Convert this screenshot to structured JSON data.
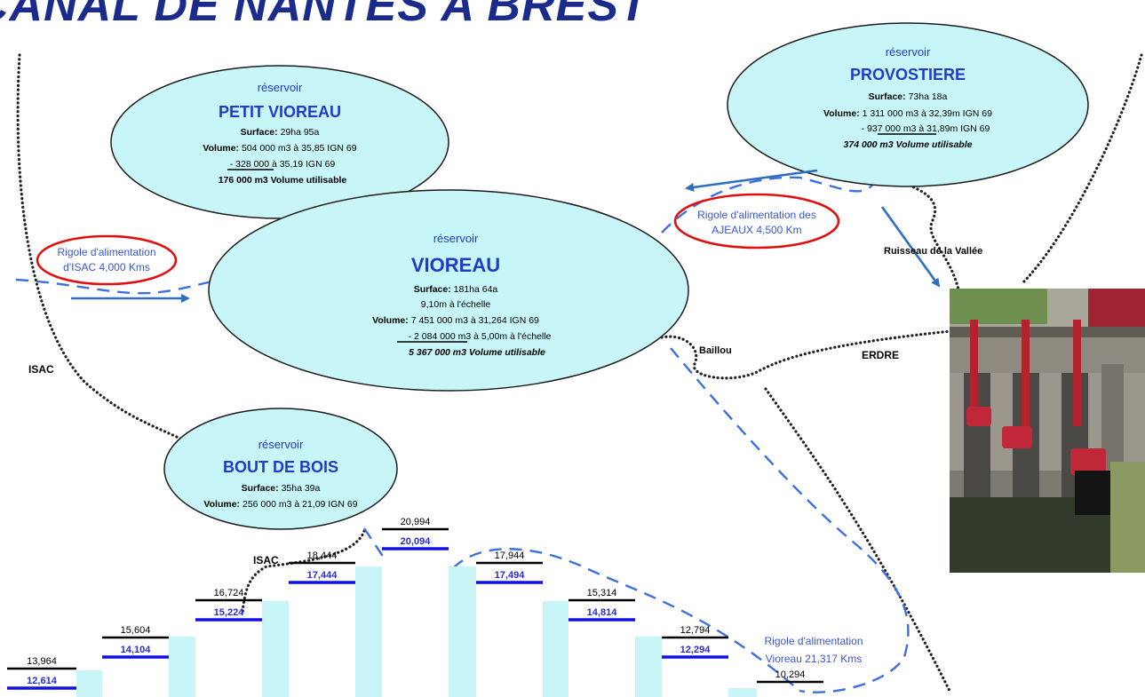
{
  "title": "CANAL DE NANTES A BREST",
  "reservoirs": {
    "petit_vioreau": {
      "kind": "réservoir",
      "name": "PETIT VIOREAU",
      "surface_label": "Surface:",
      "surface": "29ha 95a",
      "volume_label": "Volume:",
      "volume": "504 000 m3 à 35,85 IGN 69",
      "minus": "- 328 000",
      "minus_rest": "à 35,19 IGN 69",
      "usable": "176 000 m3  Volume utilisable"
    },
    "vioreau": {
      "kind": "réservoir",
      "name": "VIOREAU",
      "surface_label": "Surface:",
      "surface": "181ha 64a",
      "scale": "9,10m à l'échelle",
      "volume_label": "Volume:",
      "volume": "7 451 000 m3 à 31,264 IGN 69",
      "minus": "- 2 084 000 m3",
      "minus_rest": "à 5,00m à l'échelle",
      "usable": "5 367 000 m3 Volume utilisable"
    },
    "provostiere": {
      "kind": "réservoir",
      "name": "PROVOSTIERE",
      "surface_label": "Surface:",
      "surface": "73ha 18a",
      "volume_label": "Volume:",
      "volume": "1 311 000 m3 à 32,39m IGN 69",
      "minus": "- 937 000 m3",
      "minus_rest": "à 31,89m IGN 69",
      "usable": "374 000 m3 Volume utilisable"
    },
    "bout_de_bois": {
      "kind": "réservoir",
      "name": "BOUT DE BOIS",
      "surface_label": "Surface:",
      "surface": "35ha 39a",
      "volume_label": "Volume:",
      "volume": "256 000 m3 à 21,09 IGN 69"
    }
  },
  "rigoles": {
    "isac_l1": "Rigole d'alimentation",
    "isac_l2": "d'ISAC 4,000 Kms",
    "ajeaux_l1": "Rigole d'alimentation des",
    "ajeaux_l2": "AJEAUX 4,500 Km",
    "vioreau_l1": "Rigole d'alimentation",
    "vioreau_l2": "Vioreau 21,317 Kms"
  },
  "labels": {
    "isac_left": "ISAC",
    "isac_bottom": "ISAC",
    "erdre": "ERDRE",
    "baillou": "Baillou",
    "ruisseau": "Ruisseau de la Vallée"
  },
  "photo_alt": "Vannes de la rigole",
  "levels": [
    {
      "upper": "13,964",
      "lower": "12,614"
    },
    {
      "upper": "15,604",
      "lower": "14,104"
    },
    {
      "upper": "16,724",
      "lower": "15,224"
    },
    {
      "upper": "18,444",
      "lower": "17,444"
    },
    {
      "upper": "20,994",
      "lower": "20,094"
    },
    {
      "upper": "17,944",
      "lower": "17,494"
    },
    {
      "upper": "15,314",
      "lower": "14,814"
    },
    {
      "upper": "12,794",
      "lower": "12,294"
    },
    {
      "upper": "10,294",
      "lower": ""
    }
  ],
  "colors": {
    "title": "#1a2b8c",
    "reservoir_fill": "#c8f6f8",
    "reservoir_text": "#1e3cc8",
    "rigole_dash": "#3c6fe0",
    "highlight_ring": "#e01010",
    "flow_arrow": "#2f6fbf"
  }
}
